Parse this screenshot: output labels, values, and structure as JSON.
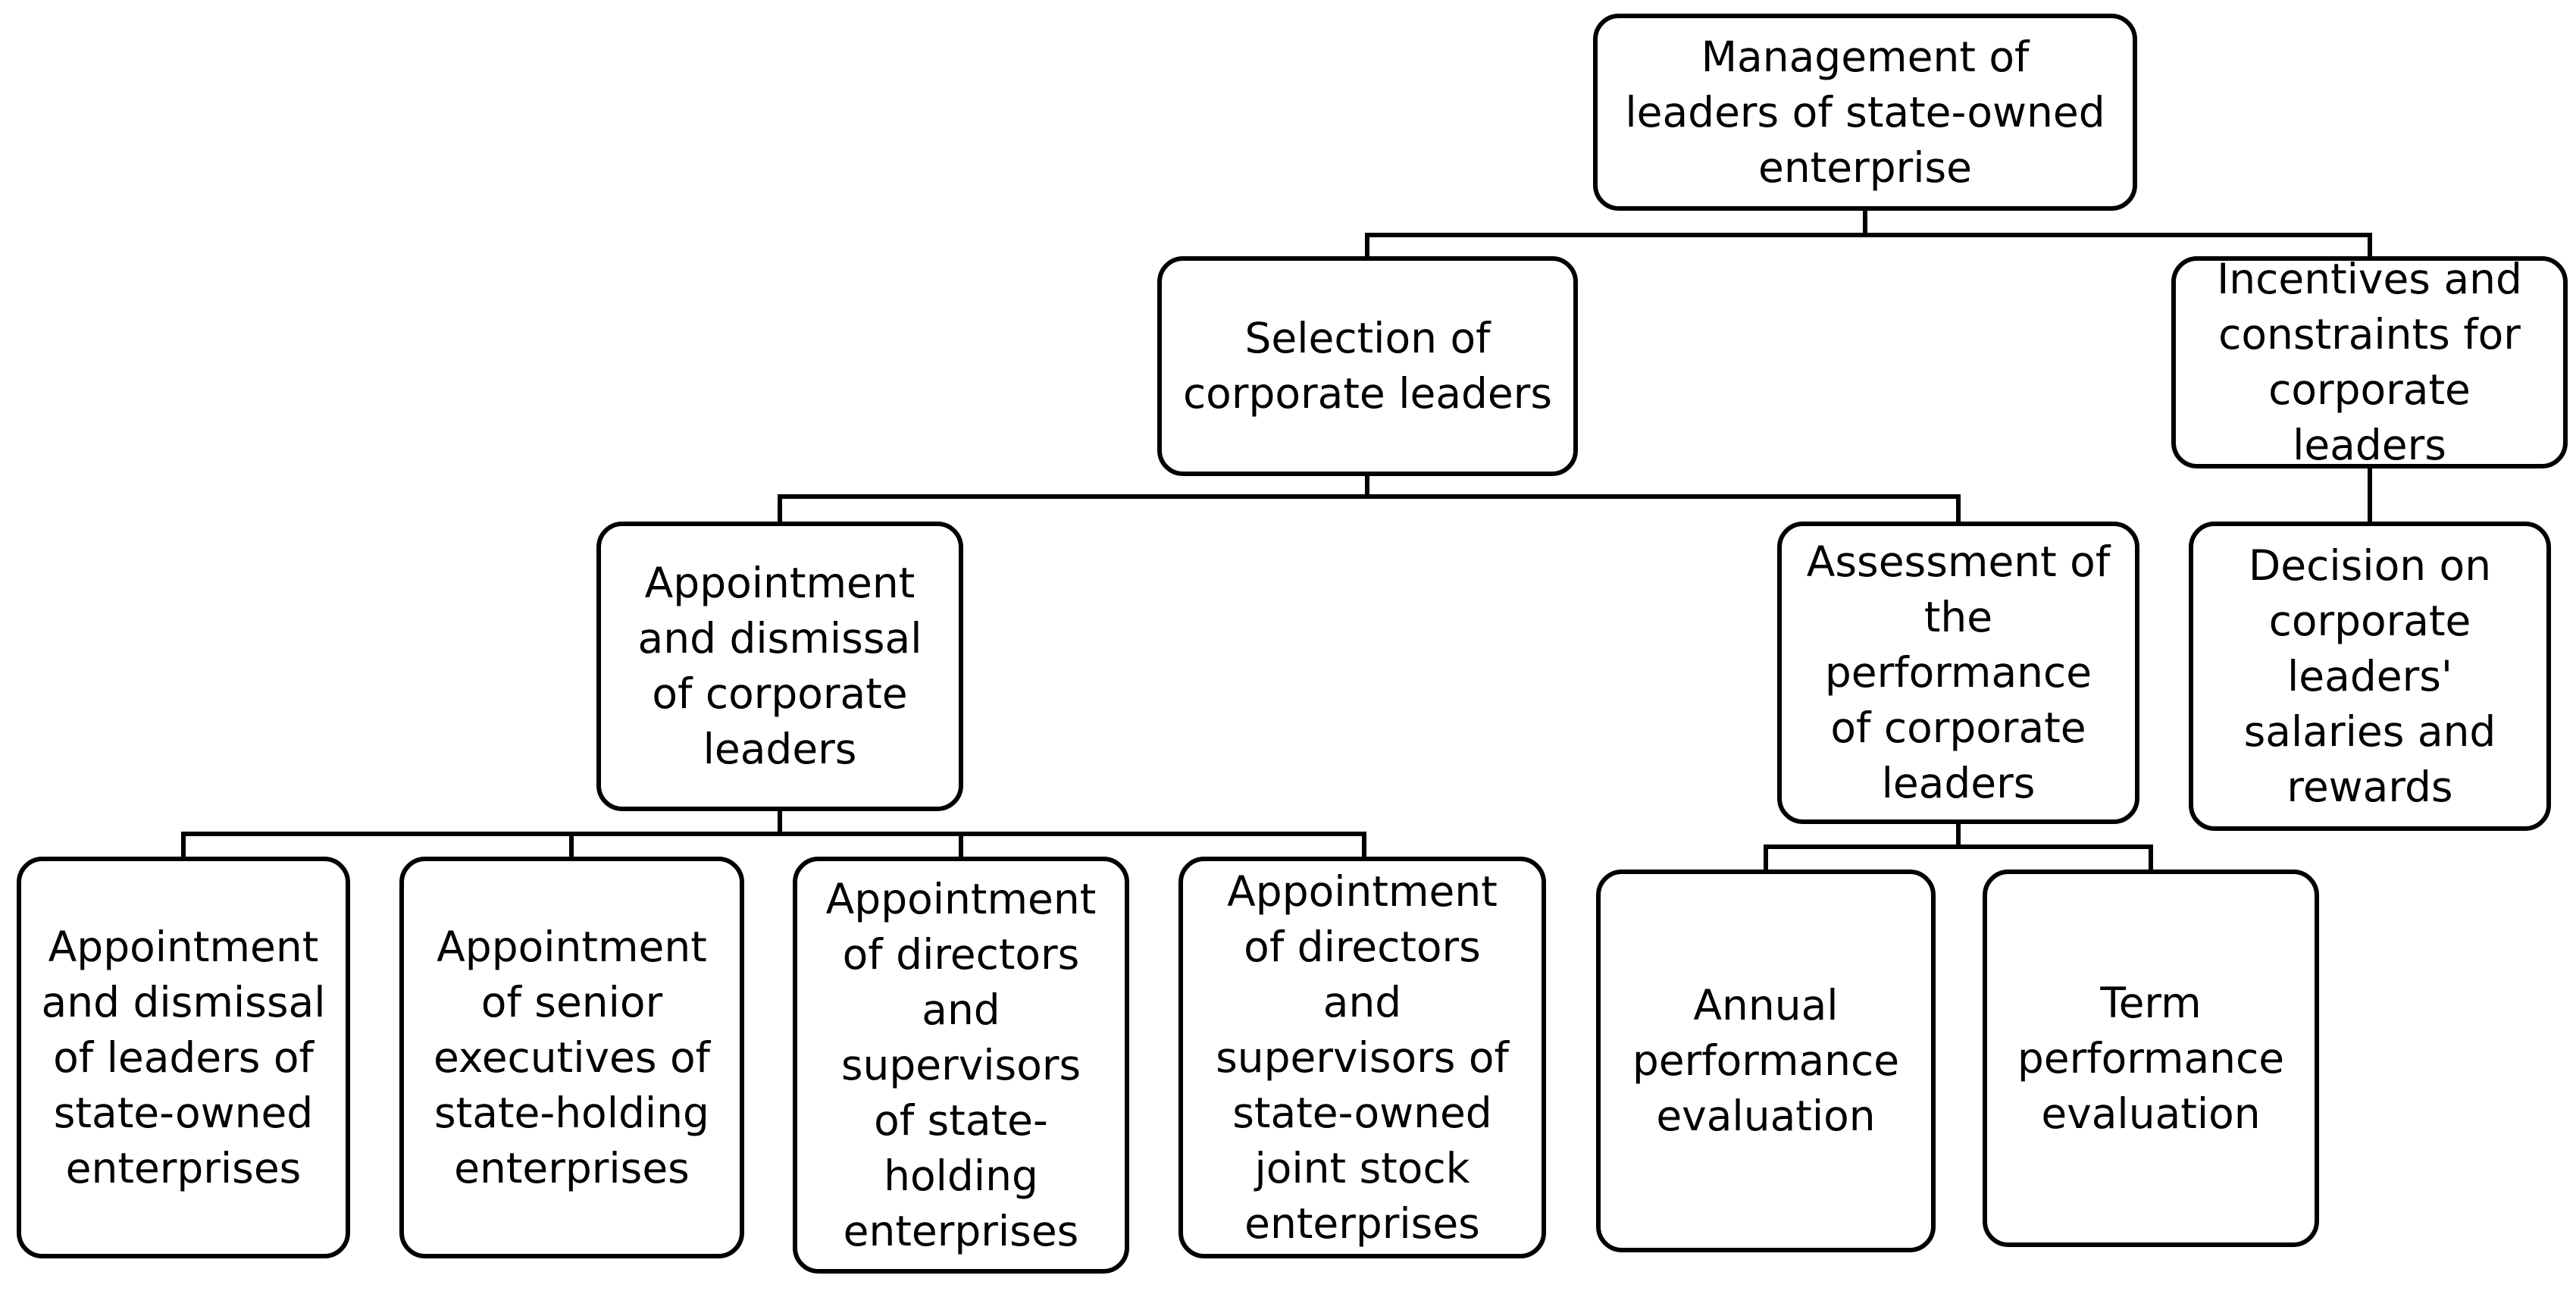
{
  "nodes": {
    "root": "Management of\nleaders of state-owned\nenterprise",
    "selection": "Selection of\ncorporate leaders",
    "incentives": "Incentives and\nconstraints for\ncorporate\nleaders",
    "appointment_dismissal": "Appointment\nand dismissal\nof corporate\nleaders",
    "assessment": "Assessment of\nthe\nperformance\nof corporate\nleaders",
    "decision_salaries": "Decision on\ncorporate\nleaders'\nsalaries and\nrewards",
    "leaf_soe": "Appointment\nand dismissal\nof leaders of\nstate-owned\nenterprises",
    "leaf_senior": "Appointment\nof senior\nexecutives of\nstate-holding\nenterprises",
    "leaf_directors_holding": "Appointment\nof directors\nand\nsupervisors\nof state-\nholding\nenterprises",
    "leaf_directors_joint": "Appointment\nof directors\nand\nsupervisors of\nstate-owned\njoint stock\nenterprises",
    "annual_eval": "Annual\nperformance\nevaluation",
    "term_eval": "Term\nperformance\nevaluation"
  }
}
